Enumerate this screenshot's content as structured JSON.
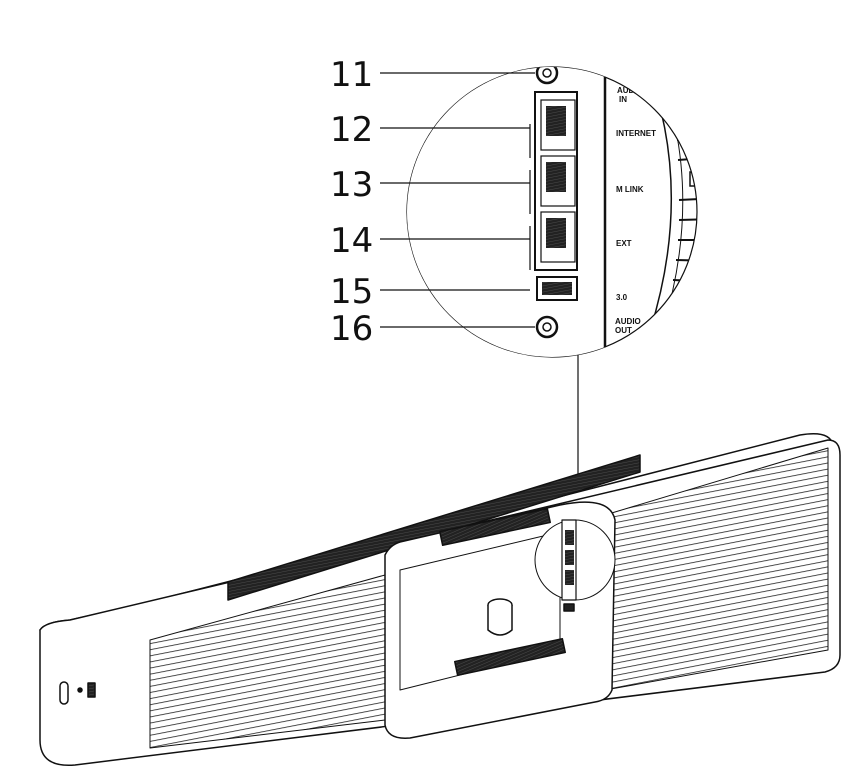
{
  "callouts": [
    {
      "number": "11",
      "port": "AUDIO IN"
    },
    {
      "number": "12",
      "port": "INTERNET"
    },
    {
      "number": "13",
      "port": "M LINK"
    },
    {
      "number": "14",
      "port": "EXT"
    },
    {
      "number": "15",
      "port": "3.0"
    },
    {
      "number": "16",
      "port": "AUDIO OUT"
    }
  ],
  "port_labels": {
    "audio_in_1": "AUDIO",
    "audio_in_2": "IN",
    "internet": "INTERNET",
    "mlink": "M LINK",
    "ext": "EXT",
    "usb": "3.0",
    "audio_out_1": "AUDIO",
    "audio_out_2": "OUT"
  }
}
